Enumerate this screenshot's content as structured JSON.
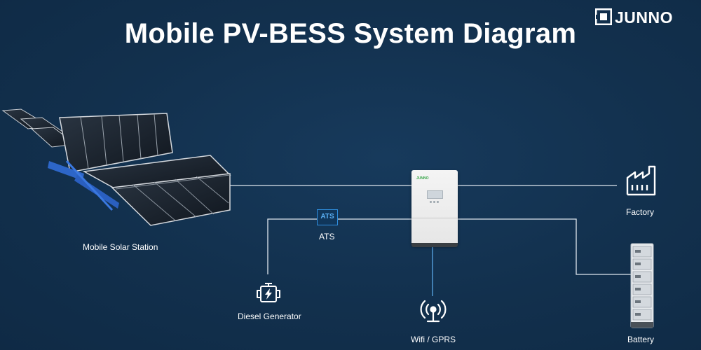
{
  "header": {
    "title": "Mobile PV-BESS System Diagram",
    "logo_text": "JUNNO"
  },
  "nodes": {
    "solar": {
      "label": "Mobile Solar Station",
      "icon": "solar-station-icon"
    },
    "ats": {
      "box_text": "ATS",
      "label": "ATS"
    },
    "generator": {
      "label": "Diesel Generator",
      "icon": "diesel-generator-icon"
    },
    "inverter": {
      "brand": "JUNNO",
      "icon": "inverter-icon"
    },
    "monitoring": {
      "label": "Wifi / GPRS",
      "icon": "wifi-gprs-icon"
    },
    "factory": {
      "label": "Factory",
      "icon": "factory-icon"
    },
    "battery": {
      "label": "Battery",
      "icon": "battery-rack-icon"
    }
  },
  "colors": {
    "background": "#12304d",
    "wire": "#dfe6ee",
    "ats_accent": "#2f8fe0",
    "text": "#ffffff"
  }
}
